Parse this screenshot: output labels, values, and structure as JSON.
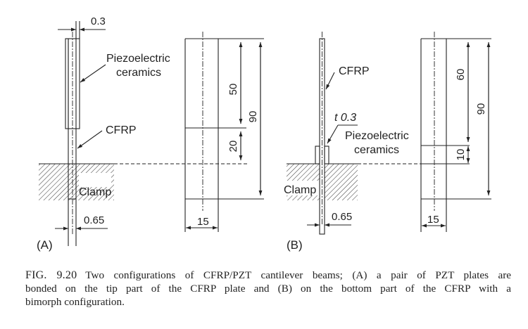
{
  "figure": {
    "number": "FIG. 9.20",
    "caption_lines": [
      "Two configurations of CFRP/PZT cantilever beams; (A) a pair of PZT plates are",
      "bonded on the tip part of the CFRP plate and (B) on the bottom part of the CFRP with a",
      "bimorph configuration."
    ]
  },
  "panel_a": {
    "label": "(A)",
    "piezo_label_line1": "Piezoelectric",
    "piezo_label_line2": "ceramics",
    "cfrp_label": "CFRP",
    "clamp_label": "Clamp",
    "piezo_thickness": "0.3",
    "cfrp_thickness": "0.65",
    "width": "15",
    "piezo_length": "50",
    "free_gap_length": "20",
    "total_length": "90"
  },
  "panel_b": {
    "label": "(B)",
    "cfrp_label": "CFRP",
    "piezo_thickness": "t 0.3",
    "piezo_label_line1": "Piezoelectric",
    "piezo_label_line2": "ceramics",
    "clamp_label": "Clamp",
    "cfrp_thickness": "0.65",
    "width": "15",
    "free_length_above_piezo": "60",
    "piezo_length": "10",
    "total_length": "90"
  },
  "colors": {
    "line": "#222222",
    "hatch": "#444444"
  }
}
